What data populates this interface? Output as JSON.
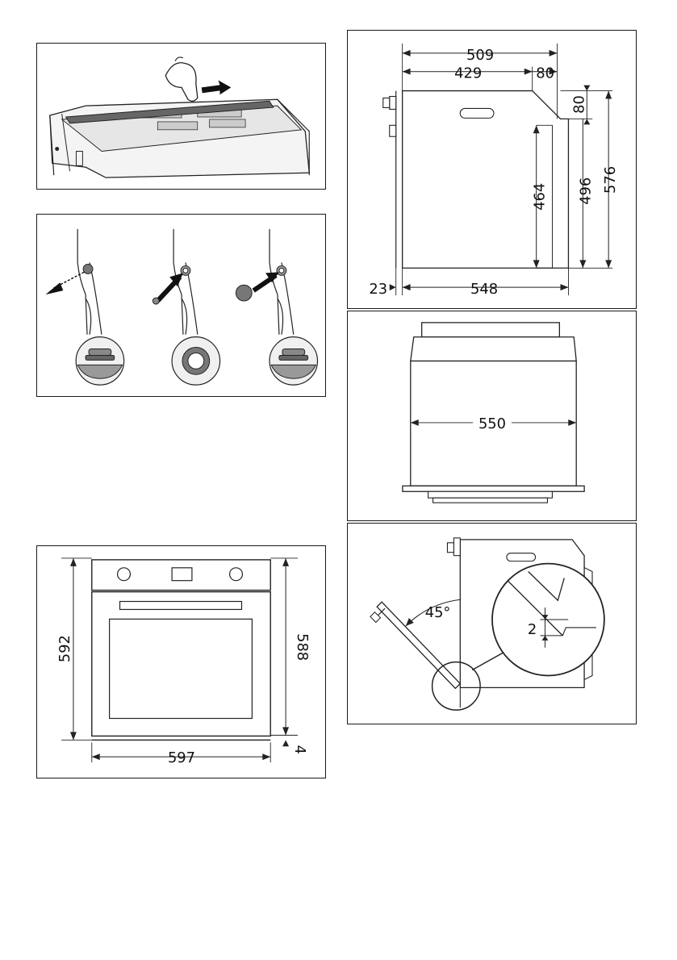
{
  "dimensions": {
    "side": {
      "total_depth": "509",
      "body_depth": "429",
      "top_recess": "80",
      "top_step": "80",
      "inner_height": "464",
      "mid_height": "496",
      "full_height": "576",
      "front_offset": "23",
      "bottom_depth": "548"
    },
    "top": {
      "width": "550"
    },
    "front": {
      "left_height": "592",
      "right_height": "588",
      "bottom_gap": "4",
      "width": "597"
    },
    "door": {
      "angle": "45°",
      "gap": "2"
    }
  }
}
